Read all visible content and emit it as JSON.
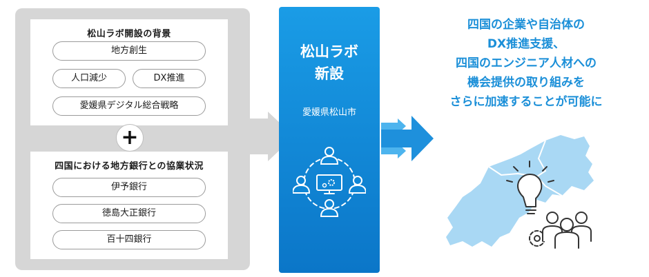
{
  "background_panel": {
    "heading": "松山ラボ開設の背景",
    "pills": [
      "地方創生",
      "人口減少",
      "DX推進",
      "愛媛県デジタル総合戦略"
    ]
  },
  "plus_symbol": "+",
  "banks_panel": {
    "heading": "四国における地方銀行との協業状況",
    "pills": [
      "伊予銀行",
      "徳島大正銀行",
      "百十四銀行"
    ]
  },
  "center": {
    "title_line1": "松山ラボ",
    "title_line2": "新設",
    "location": "愛媛県松山市"
  },
  "message_lines": [
    "四国の企業や自治体の",
    "DX推進支援、",
    "四国のエンジニア人材への",
    "機会提供の取り組みを",
    "さらに加速することが可能に"
  ],
  "colors": {
    "blue_card": "#0f86d6",
    "message_text": "#1b8fd8",
    "grey_panel": "#d6d6d6",
    "map_fill": "#a9d8f4"
  },
  "icons": [
    "team-network-icon",
    "monitor-gear-icon",
    "lightbulb-icon",
    "gear-icon",
    "people-icon",
    "shikoku-map"
  ]
}
